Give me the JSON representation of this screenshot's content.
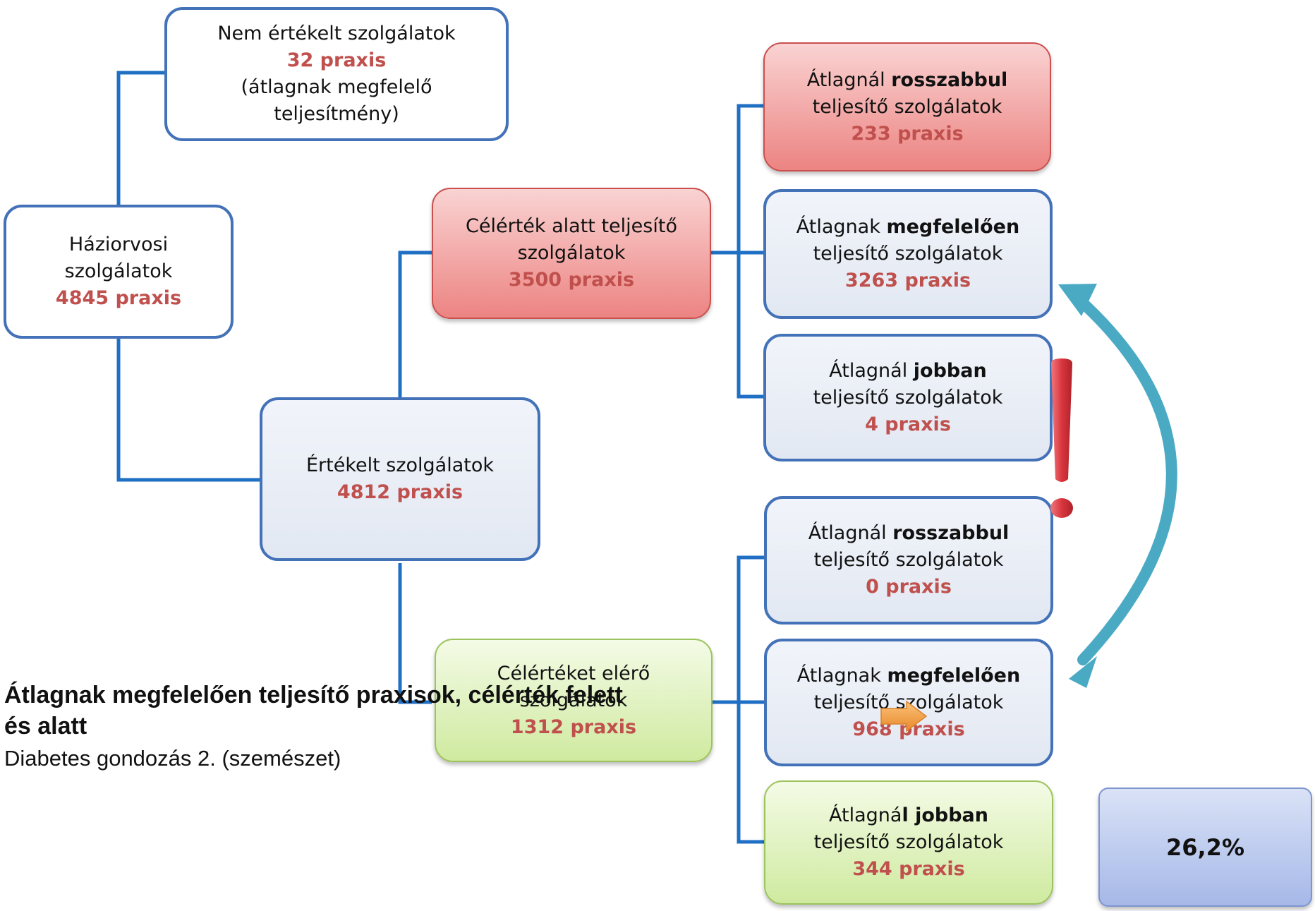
{
  "nodes": {
    "root": {
      "l1": "Háziorvosi",
      "l2": "szolgálatok",
      "count": "4845 praxis"
    },
    "not_rated": {
      "l1": "Nem értékelt szolgálatok",
      "count": "32 praxis",
      "l3": "(átlagnak megfelelő",
      "l4": "teljesítmény)"
    },
    "rated": {
      "l1": "Értékelt szolgálatok",
      "count": "4812 praxis"
    },
    "below_target": {
      "l1": "Célérték alatt teljesítő",
      "l2": "szolgálatok",
      "count": "3500 praxis"
    },
    "reach_target": {
      "l1": "Célértéket elérő",
      "l2": "szolgálatok",
      "count": "1312 praxis"
    },
    "below_worse": {
      "pre": "Átlagnál ",
      "bold": "rosszabbul",
      "l2": "teljesítő szolgálatok",
      "count": "233 praxis"
    },
    "below_avg": {
      "pre": "Átlagnak ",
      "bold": "megfelelően",
      "l2": "teljesítő szolgálatok",
      "count": "3263 praxis"
    },
    "below_better": {
      "pre": "Átlagnál ",
      "bold": "jobban",
      "l2": "teljesítő szolgálatok",
      "count": "4 praxis"
    },
    "reach_worse": {
      "pre": "Átlagnál ",
      "bold": "rosszabbul",
      "l2": "teljesítő szolgálatok",
      "count": "0 praxis"
    },
    "reach_avg": {
      "pre": "Átlagnak ",
      "bold": "megfelelően",
      "l2": "teljesítő szolgálatok",
      "count": "968 praxis"
    },
    "reach_better": {
      "pre": "Átlagná",
      "bold": "l jobban",
      "l2": "teljesítő szolgálatok",
      "count": "344 praxis"
    },
    "result": {
      "value": "26,2%"
    }
  },
  "caption": {
    "title": "Átlagnak megfelelően teljesítő praxisok, célérték felett és alatt",
    "subtitle": "Diabetes gondozás 2. (szemészet)"
  },
  "colors": {
    "connector": "#1f6fc5",
    "box_border": "#4472b8",
    "count_text": "#c0504d",
    "curved_arrow": "#4aaac4",
    "exclamation": "#d9363e",
    "orange_arrow": "#f29b38"
  },
  "icons": [
    "exclamation-icon",
    "arrow-right-icon",
    "double-headed-curved-arrow"
  ]
}
